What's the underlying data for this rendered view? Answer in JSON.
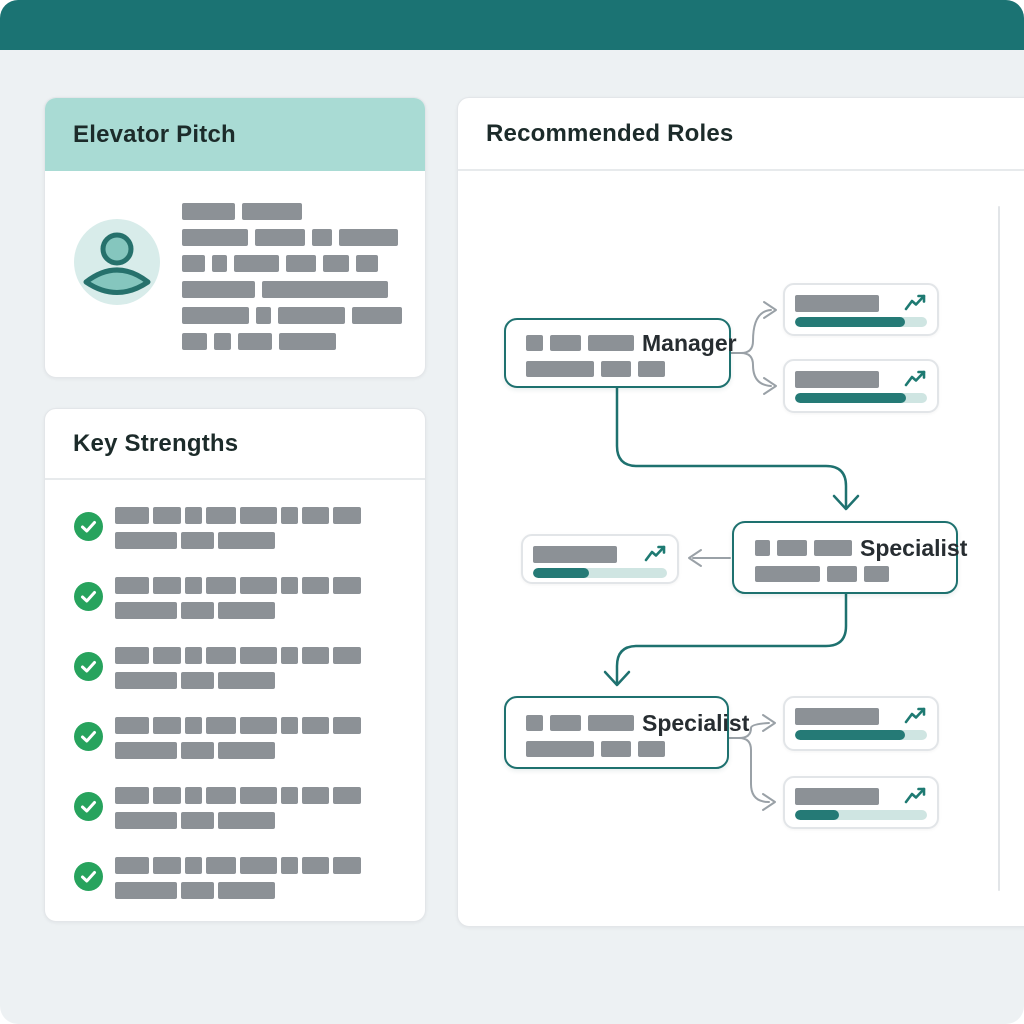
{
  "colors": {
    "brand_teal": "#1b7373",
    "teal_accent": "#1e716f",
    "light_teal_header": "#a9dbd4",
    "green_check": "#27a35d",
    "gray_bar": "#8c9196",
    "gray_connector": "#9aa1a7",
    "progress_fill": "#257a76",
    "progress_track": "#cfe5e2",
    "page_bg": "#edf1f3"
  },
  "icons": {
    "pitch_avatar": "person-icon",
    "strength_bullet": "check-circle-icon",
    "role_trend": "trending-up-icon"
  },
  "cards": {
    "pitch": {
      "title": "Elevator Pitch",
      "bar_rows": [
        [
          53,
          60
        ],
        [
          66,
          50,
          20,
          59
        ],
        [
          23,
          15,
          45,
          30,
          26,
          22
        ],
        [
          73,
          126
        ],
        [
          67,
          15,
          67,
          50
        ],
        [
          25,
          17,
          34,
          57
        ]
      ]
    },
    "strengths": {
      "title": "Key Strengths",
      "items": [
        {
          "row1": [
            34,
            28,
            17,
            30,
            37,
            17,
            27,
            28
          ],
          "row2": [
            62,
            33,
            57
          ]
        },
        {
          "row1": [
            34,
            28,
            17,
            30,
            37,
            17,
            27,
            28
          ],
          "row2": [
            62,
            33,
            57
          ]
        },
        {
          "row1": [
            34,
            28,
            17,
            30,
            37,
            17,
            27,
            28
          ],
          "row2": [
            62,
            33,
            57
          ]
        },
        {
          "row1": [
            34,
            28,
            17,
            30,
            37,
            17,
            27,
            28
          ],
          "row2": [
            62,
            33,
            57
          ]
        },
        {
          "row1": [
            34,
            28,
            17,
            30,
            37,
            17,
            27,
            28
          ],
          "row2": [
            62,
            33,
            57
          ]
        },
        {
          "row1": [
            34,
            28,
            17,
            30,
            37,
            17,
            27,
            28
          ],
          "row2": [
            62,
            33,
            57
          ]
        }
      ]
    },
    "roles": {
      "title": "Recommended Roles",
      "nodes": [
        {
          "label": "Manager",
          "row1": [
            17,
            31,
            46
          ],
          "row2": [
            68,
            30,
            27
          ]
        },
        {
          "label": "Specialist",
          "row1": [
            15,
            30,
            38
          ],
          "row2": [
            65,
            30,
            25
          ]
        },
        {
          "label": "Specialist",
          "row1": [
            17,
            31,
            46
          ],
          "row2": [
            68,
            30,
            27
          ]
        }
      ],
      "role_cards": [
        {
          "position": "top-1",
          "progress": 83
        },
        {
          "position": "top-2",
          "progress": 84
        },
        {
          "position": "mid-left",
          "progress": 42
        },
        {
          "position": "bottom-1",
          "progress": 83
        },
        {
          "position": "bottom-2",
          "progress": 33
        }
      ]
    }
  }
}
